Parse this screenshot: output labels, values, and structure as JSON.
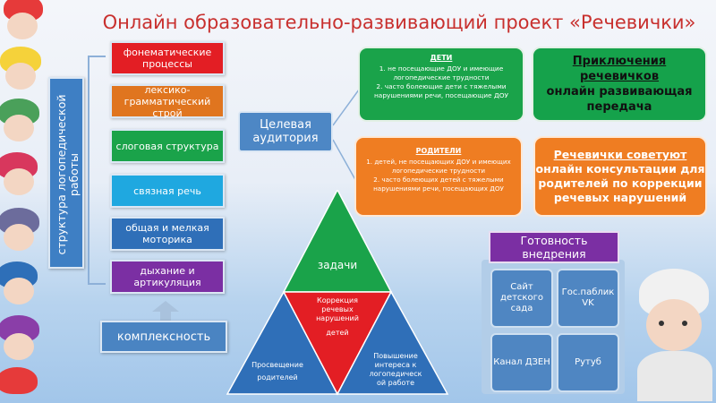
{
  "title": "Онлайн образовательно-развивающий проект «Речевички»",
  "structure": {
    "label": "структура логопедической работы",
    "items": [
      {
        "label": "фонематические процессы",
        "color": "#e31e24"
      },
      {
        "label": "лексико-грамматический строй",
        "color": "#e0751f"
      },
      {
        "label": "слоговая структура",
        "color": "#1aa34a"
      },
      {
        "label": "связная речь",
        "color": "#1fa8e0"
      },
      {
        "label": "общая и мелкая моторика",
        "color": "#2f6fb8"
      },
      {
        "label": "дыхание и артикуляция",
        "color": "#7b2fa3"
      }
    ],
    "bottom_label": "комплексность"
  },
  "target": {
    "label": "Целевая аудитория"
  },
  "kids": {
    "heading": "ДЕТИ",
    "line1": "1. не посещающие ДОУ и имеющие логопедические трудности",
    "line2": "2. часто болеющие дети с тяжелыми нарушениями речи, посещающие ДОУ",
    "promo_line1": "Приключения речевичков",
    "promo_line2": "онлайн развивающая передача"
  },
  "parents": {
    "heading": "РОДИТЕЛИ",
    "line1": "1. детей, не посещающих ДОУ и имеющих логопедические трудности",
    "line2": "2. часто болеющих детей с тяжелыми нарушениями речи, посещающих ДОУ",
    "promo_line1": "Речевички советуют",
    "promo_line2": "онлайн консультации для родителей по коррекции речевых нарушений"
  },
  "pyramid": {
    "top": "задачи",
    "center_line1": "Коррекция",
    "center_line2": "речевых",
    "center_line3": "нарушений",
    "center_line4": "детей",
    "left_line1": "Просвещение",
    "left_line2": "родителей",
    "right_line1": "Повышение",
    "right_line2": "интереса к",
    "right_line3": "логопедическ",
    "right_line4": "ой работе",
    "colors": {
      "top": "#1aa34a",
      "center": "#e31e24",
      "left": "#2f6fb8",
      "right": "#2f6fb8"
    }
  },
  "readiness": {
    "title": "Готовность внедрения",
    "tiles": [
      "Сайт детского сада",
      "Гос.паблик VK",
      "Канал ДЗЕН",
      "Рутуб"
    ]
  }
}
